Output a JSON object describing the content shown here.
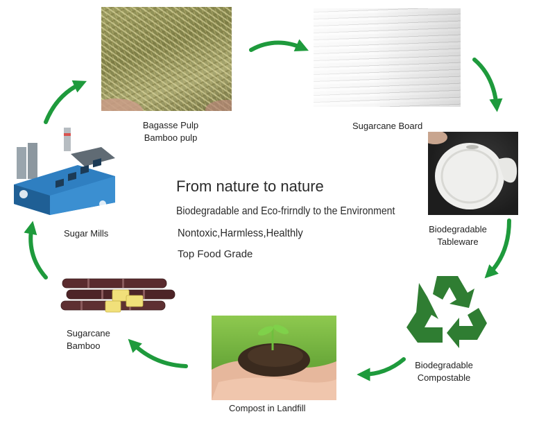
{
  "headline": {
    "title": "From nature to nature",
    "line1": "Biodegradable and Eco-frirndly to the Environment",
    "line2": "Nontoxic,Harmless,Healthly",
    "line3": "Top Food Grade"
  },
  "stages": {
    "bagasse": {
      "line1": "Bagasse Pulp",
      "line2": "Bamboo pulp"
    },
    "board": {
      "line1": "Sugarcane Board"
    },
    "tableware": {
      "line1": "Biodegradable",
      "line2": "Tableware"
    },
    "compostable": {
      "line1": "Biodegradable",
      "line2": "Compostable"
    },
    "landfill": {
      "line1": "Compost in Landfill"
    },
    "cane": {
      "line1": "Sugarcane",
      "line2": "Bamboo"
    },
    "mills": {
      "line1": "Sugar Mills"
    }
  },
  "colors": {
    "arrow": "#1e9a3c",
    "recycle": "#2f7d32",
    "factory_blue": "#2f7fc1"
  }
}
